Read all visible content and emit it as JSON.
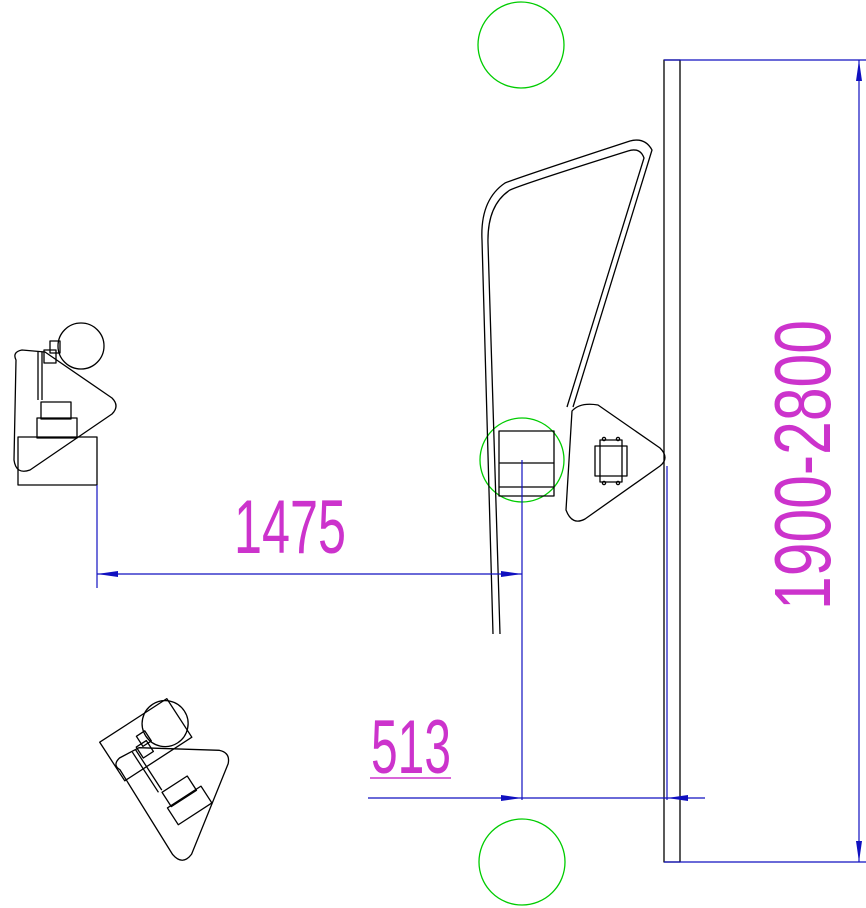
{
  "dimensions": {
    "horizontal_clearance": "1475",
    "offset": "513",
    "span_range": "1900-2800"
  },
  "colors": {
    "outline": "#000000",
    "dimension_line": "#1010c0",
    "dimension_text": "#cc33cc",
    "circle": "#00cc00"
  }
}
